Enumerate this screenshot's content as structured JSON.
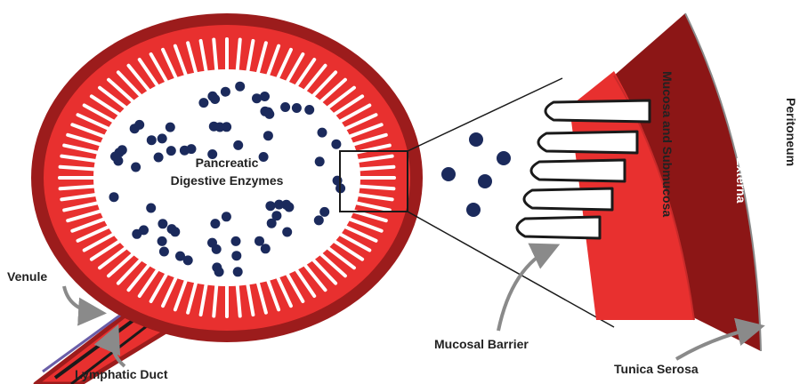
{
  "labels": {
    "enzymes_line1": "Pancreatic",
    "enzymes_line2": "Digestive Enzymes",
    "venule": "Venule",
    "lymphatic_duct": "Lymphatic Duct",
    "mucosal_barrier": "Mucosal Barrier",
    "tunica_serosa": "Tunica Serosa",
    "mucosa_submucosa": "Mucosa and Submucosa",
    "muscularis_externa": "Muscularis Externa",
    "peritoneum": "Peritoneum"
  },
  "colors": {
    "outer_wall": "#9c1c1c",
    "mucosa": "#e8302f",
    "muscularis": "#8c1616",
    "lumen": "#ffffff",
    "enzyme": "#1b2a5c",
    "venule_vessel": "#6a5ea8",
    "pointer_arrow": "#8a8a8a"
  }
}
